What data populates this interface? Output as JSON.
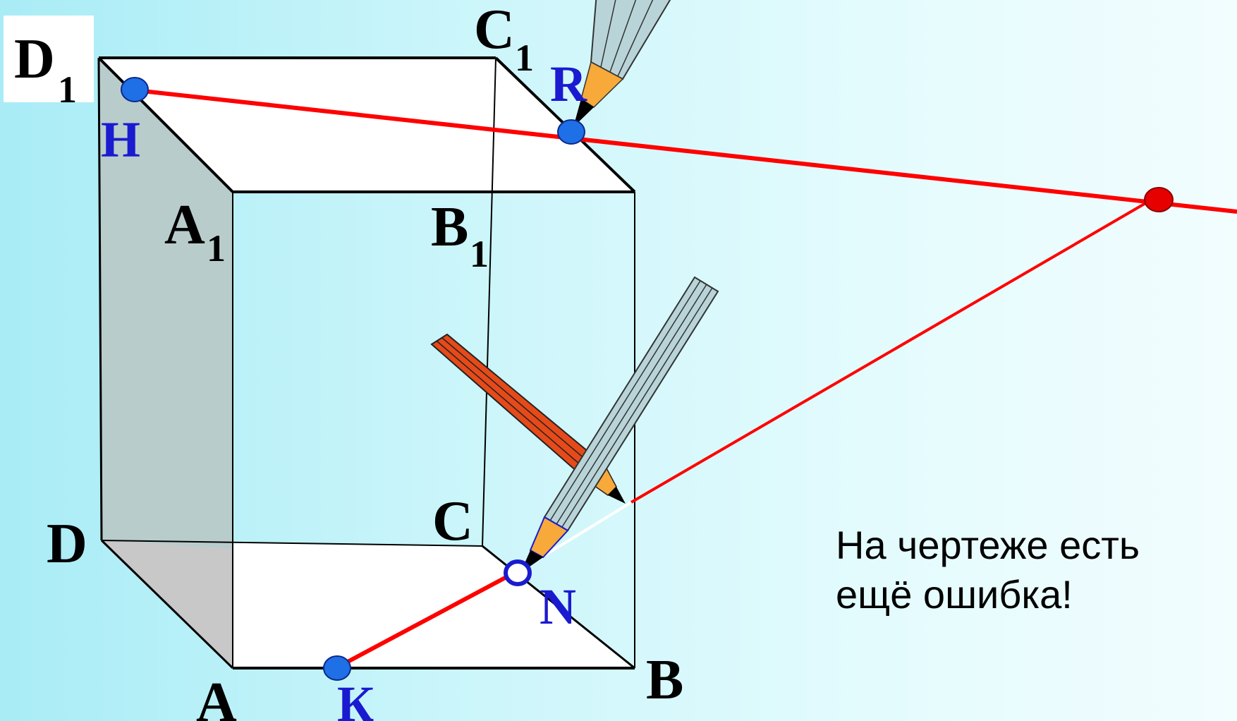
{
  "vertices": {
    "D1": {
      "letter": "D",
      "sub": "1"
    },
    "C1": {
      "letter": "C",
      "sub": "1"
    },
    "A1": {
      "letter": "A",
      "sub": "1"
    },
    "B1": {
      "letter": "B",
      "sub": "1"
    },
    "D": {
      "letter": "D"
    },
    "C": {
      "letter": "C"
    },
    "A": {
      "letter": "A"
    },
    "B": {
      "letter": "B"
    }
  },
  "points": {
    "H": "H",
    "R": "R",
    "N": "N",
    "K": "К"
  },
  "note": {
    "line1": "На чертеже есть",
    "line2": "ещё ошибка!"
  },
  "colors": {
    "section_line": "#ff0000",
    "point_fill": "#1f6fe6",
    "extra_point_fill": "#e60000",
    "point_label": "#1a1ad0",
    "shaded_face": "#b9cccc"
  }
}
